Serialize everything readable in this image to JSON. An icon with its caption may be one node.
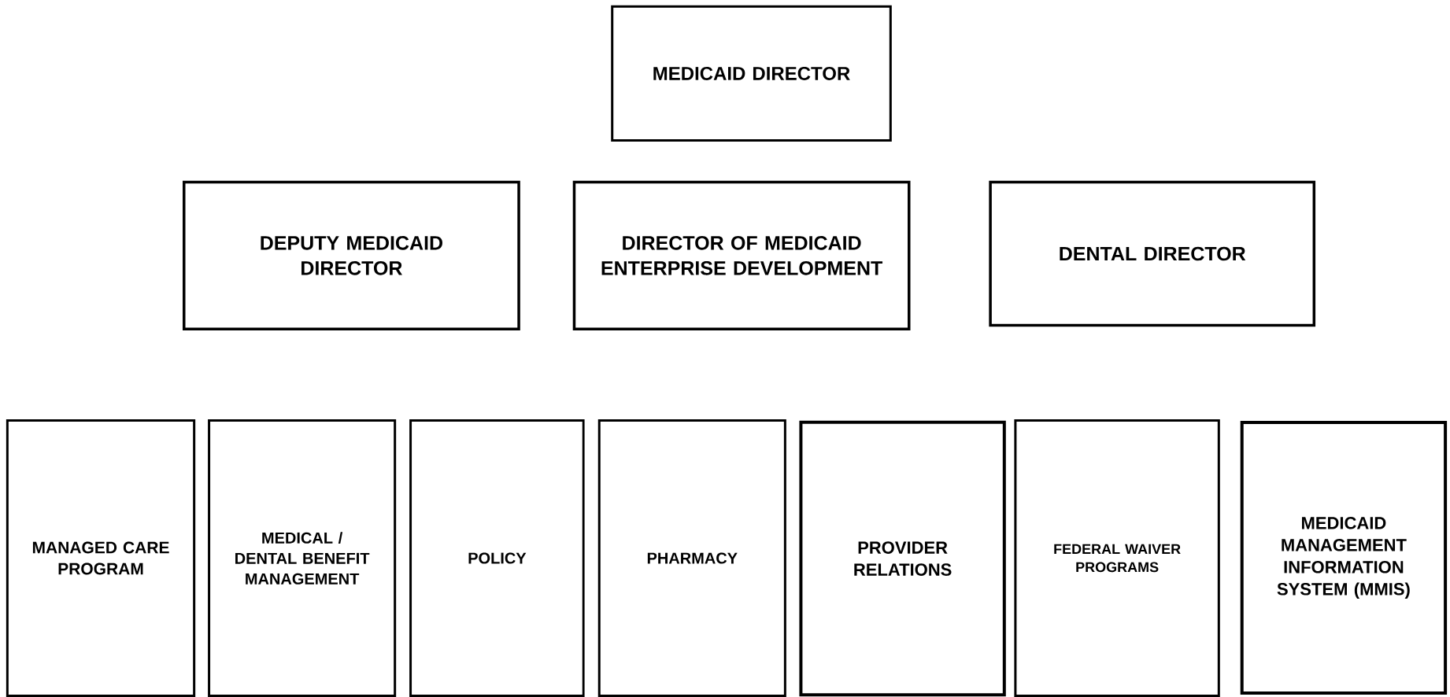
{
  "diagram": {
    "nodes": [
      {
        "text": [
          "MEDICAID DIRECTOR"
        ]
      },
      {
        "text": [
          "DEPUTY MEDICAID DIRECTOR"
        ]
      },
      {
        "text": [
          "DIRECTOR OF MEDICAID ENTERPRISE DEVELOPMENT"
        ]
      },
      {
        "text": [
          "DENTAL DIRECTOR"
        ]
      },
      {
        "text": [
          "MANAGED CARE PROGRAM"
        ]
      },
      {
        "text": [
          "MEDICAL / DENTAL BENEFIT MANAGEMENT"
        ]
      },
      {
        "text": [
          "POLICY"
        ]
      },
      {
        "text": [
          "PHARMACY"
        ]
      },
      {
        "text": [
          "PROVIDER RELATIONS"
        ]
      },
      {
        "text": [
          "FEDERAL WAIVER PROGRAMS"
        ]
      },
      {
        "text": [
          "MEDICAID MANAGEMENT INFORMATION SYSTEM (MMIS)"
        ]
      }
    ]
  }
}
